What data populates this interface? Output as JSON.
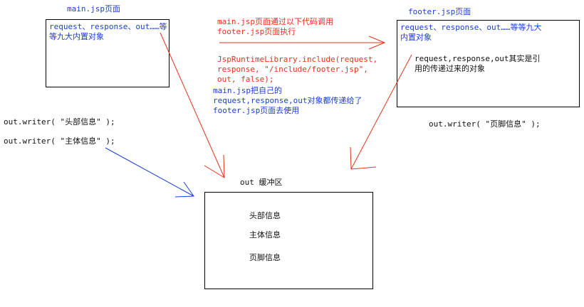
{
  "main_box": {
    "title": "main.jsp页面",
    "content": "request、response、out……等等九大内置对象"
  },
  "footer_box": {
    "title": "footer.jsp页面",
    "content": "request、response、out……等等九大内置对象",
    "note_line1": "request,response,out其实是引",
    "note_line2": "用的传递过来的对象"
  },
  "call_note": {
    "line1": "main.jsp页面通过以下代码调用",
    "line2": "footer.jsp页面执行"
  },
  "include_code": {
    "line1": "JspRuntimeLibrary.include(request,",
    "line2": "response, \"/include/footer.jsp\",",
    "line3": "out, false);"
  },
  "pass_note": {
    "line1": "main.jsp把自己的",
    "line2": "request,response,out对象都传递给了",
    "line3": "footer.jsp页面去使用"
  },
  "main_writes": {
    "header": "out.writer( \"头部信息\" );",
    "body": "out.writer( \"主体信息\" );"
  },
  "footer_write": "out.writer( \"页脚信息\" );",
  "buffer": {
    "title": "out 缓冲区",
    "items": [
      "头部信息",
      "主体信息",
      "页脚信息"
    ]
  },
  "colors": {
    "blue": "#1a3fd1",
    "red": "#e8321c",
    "border": "#000000"
  }
}
